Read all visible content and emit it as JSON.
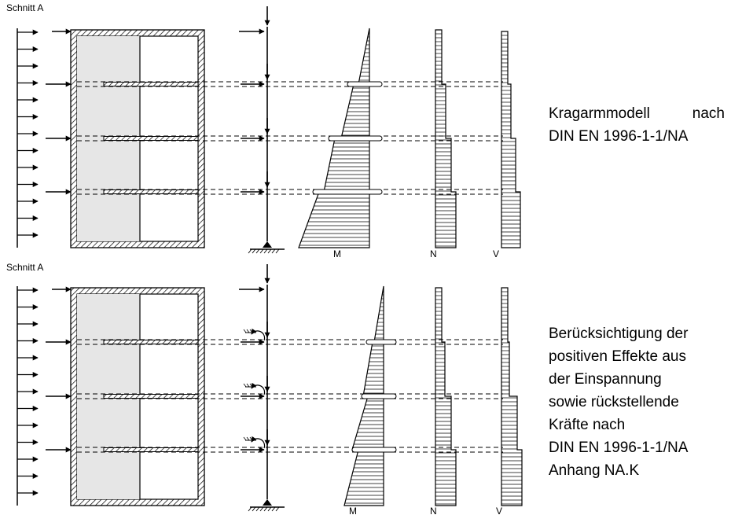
{
  "colors": {
    "line": "#000000",
    "wall_fill": "#e6e6e6",
    "background": "#ffffff"
  },
  "panels": [
    {
      "section_label": "Schnitt A",
      "diagram_labels": [
        "M",
        "N",
        "V"
      ],
      "description": [
        "Kragarmmodell nach",
        "DIN EN 1996-1-1/NA"
      ],
      "restraint_springs": false
    },
    {
      "section_label": "Schnitt A",
      "diagram_labels": [
        "M",
        "N",
        "V"
      ],
      "description": [
        "Berücksichtigung der",
        "positiven Effekte aus",
        "der Einspannung",
        "sowie rückstellende",
        "Kräfte nach",
        "DIN EN 1996-1-1/NA",
        "Anhang NA.K"
      ],
      "restraint_springs": true
    }
  ]
}
